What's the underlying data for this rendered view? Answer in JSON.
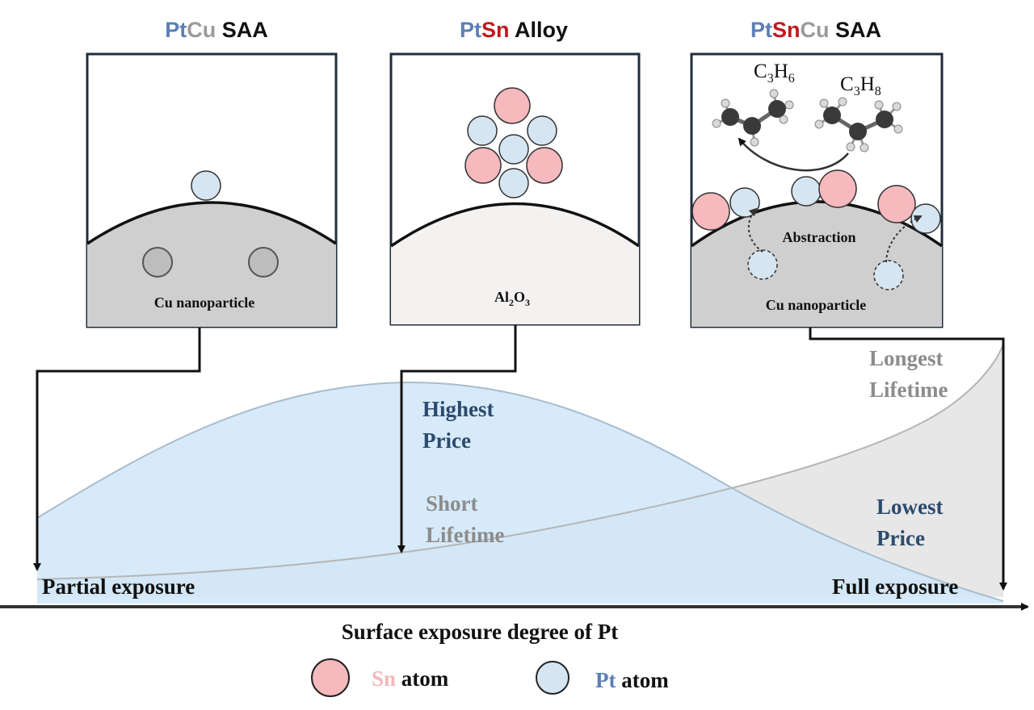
{
  "colors": {
    "pt_blue": "#5b7fb5",
    "cu_gray": "#9a9a9a",
    "sn_red": "#c0191f",
    "sn_atom_fill": "#f6b9bd",
    "pt_atom_fill": "#d5e5f2",
    "curve_blue_fill": "#cfe6f8",
    "curve_gray_fill": "#e4e4e4",
    "label_navy": "#2c4a6e",
    "label_gray": "#8c8c8c",
    "particle_gray": "#cfcfcf",
    "support_light": "#f4f1f1"
  },
  "panels": [
    {
      "title": {
        "a": "Pt",
        "b": "Cu",
        "c": " SAA"
      },
      "support_label": "Cu nanoparticle"
    },
    {
      "title": {
        "a": "Pt",
        "b": "Sn",
        "c": " Alloy"
      },
      "support_label": {
        "base": "Al",
        "sub1": "2",
        "mid": "O",
        "sub2": "3"
      }
    },
    {
      "title": {
        "a": "Pt",
        "b": "Sn",
        "c": "Cu",
        "d": " SAA"
      },
      "support_label": "Cu nanoparticle",
      "process_label": "Abstraction",
      "molecules": [
        {
          "base": "C",
          "sub1": "3",
          "mid": "H",
          "sub2": "6"
        },
        {
          "base": "C",
          "sub1": "3",
          "mid": "H",
          "sub2": "8"
        }
      ]
    }
  ],
  "annotations": {
    "highest_price": [
      "Highest",
      "Price"
    ],
    "short_lifetime": [
      "Short",
      "Lifetime"
    ],
    "lowest_price": [
      "Lowest",
      "Price"
    ],
    "longest_lifetime": [
      "Longest",
      "Lifetime"
    ],
    "partial_exposure": "Partial exposure",
    "full_exposure": "Full exposure"
  },
  "axis": {
    "label": "Surface exposure degree of Pt"
  },
  "legend": [
    {
      "symbol": "Sn",
      "word": " atom"
    },
    {
      "symbol": "Pt",
      "word": " atom"
    }
  ]
}
